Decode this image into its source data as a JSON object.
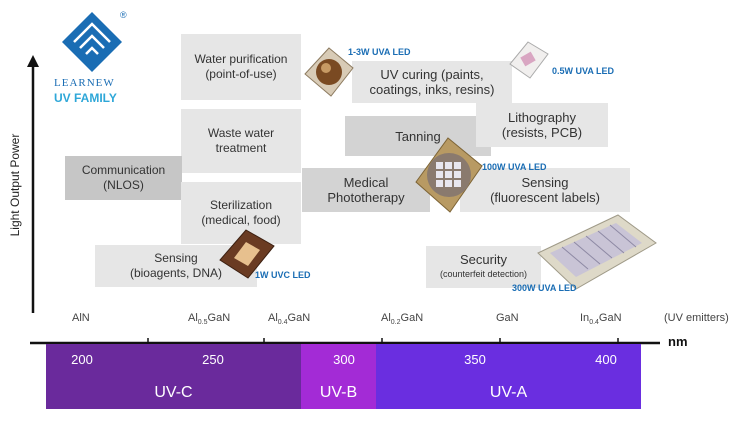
{
  "logo": {
    "brand": "LEARNEW",
    "family": "UV FAMILY",
    "registered": "®",
    "colors": {
      "blue": "#1a6db4",
      "cyan": "#2ea7d8"
    }
  },
  "y_axis": {
    "label": "Light Output Power"
  },
  "applications": [
    {
      "id": "water",
      "text": "Water purification\n(point-of-use)"
    },
    {
      "id": "uvcuring",
      "text": "UV curing (paints,\ncoatings, inks, resins)"
    },
    {
      "id": "waste",
      "text": "Waste water\ntreatment"
    },
    {
      "id": "tanning",
      "text": "Tanning"
    },
    {
      "id": "litho",
      "text": "Lithography\n(resists, PCB)"
    },
    {
      "id": "comm",
      "text": "Communication\n(NLOS)"
    },
    {
      "id": "medical",
      "text": "Medical\nPhototherapy"
    },
    {
      "id": "sensing_fl",
      "text": "Sensing\n(fluorescent labels)"
    },
    {
      "id": "steril",
      "text": "Sterilization\n(medical, food)"
    },
    {
      "id": "sensing_bio",
      "text": "Sensing\n(bioagents, DNA)"
    },
    {
      "id": "security",
      "title": "Security",
      "sub": "(counterfeit detection)"
    }
  ],
  "leds": [
    {
      "id": "uva_1_3w",
      "label": "1-3W UVA LED"
    },
    {
      "id": "uva_05w",
      "label": "0.5W UVA LED"
    },
    {
      "id": "uva_100w",
      "label": "100W UVA LED"
    },
    {
      "id": "uvc_1w",
      "label": "1W UVC LED"
    },
    {
      "id": "uva_300w",
      "label": "300W UVA LED"
    }
  ],
  "materials": [
    {
      "id": "aln",
      "base": "AlN",
      "sub": "",
      "tail": ""
    },
    {
      "id": "al05",
      "base": "Al",
      "sub": "0.5",
      "tail": "GaN"
    },
    {
      "id": "al04",
      "base": "Al",
      "sub": "0.4",
      "tail": "GaN"
    },
    {
      "id": "al02",
      "base": "Al",
      "sub": "0.2",
      "tail": "GaN"
    },
    {
      "id": "gan",
      "base": "GaN",
      "sub": "",
      "tail": ""
    },
    {
      "id": "in04",
      "base": "In",
      "sub": "0.4",
      "tail": "GaN"
    },
    {
      "id": "emitters",
      "base": "(UV emitters)",
      "sub": "",
      "tail": ""
    }
  ],
  "wavelength_axis": {
    "unit": "nm",
    "ticks": [
      "200",
      "250",
      "300",
      "350",
      "400"
    ]
  },
  "bands": [
    {
      "id": "uvc",
      "label": "UV-C",
      "color": "#6a2a9c"
    },
    {
      "id": "uvb",
      "label": "UV-B",
      "color": "#a32bd6"
    },
    {
      "id": "uva",
      "label": "UV-A",
      "color": "#6a2ee0"
    }
  ]
}
